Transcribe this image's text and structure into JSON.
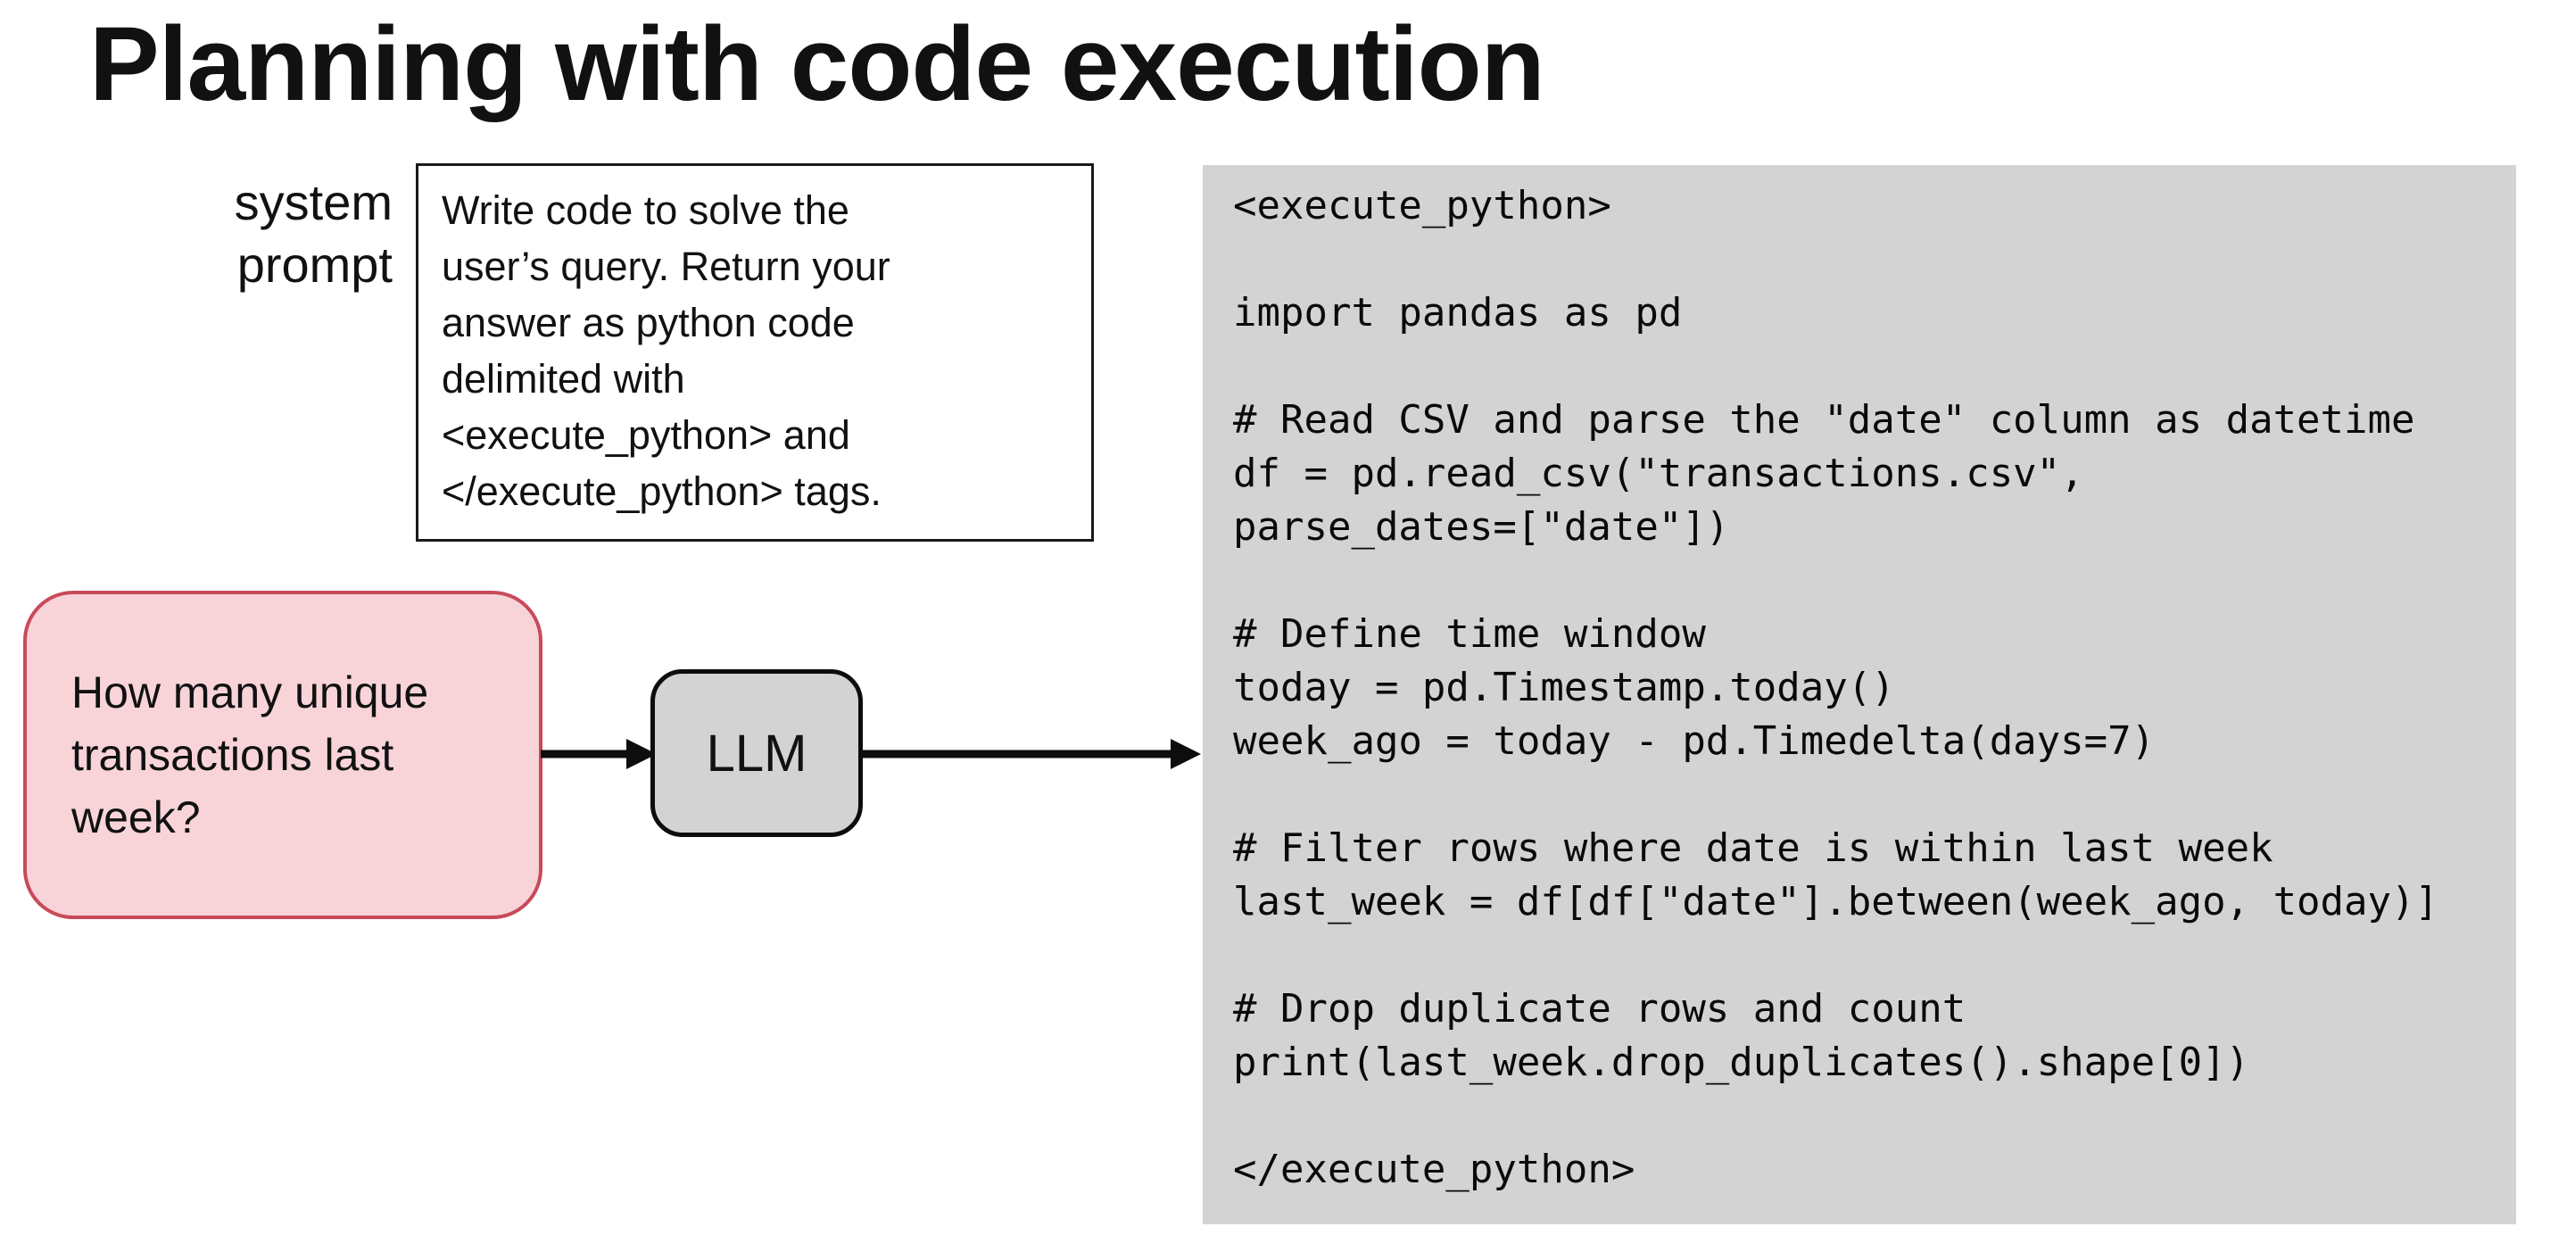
{
  "title": "Planning with code execution",
  "system_prompt": {
    "label": "system\nprompt",
    "text": "Write code to solve the\nuser’s query. Return your\nanswer as python code\ndelimited with\n<execute_python> and\n</execute_python> tags."
  },
  "user_query": {
    "text": "How many unique\ntransactions last\nweek?"
  },
  "llm": {
    "label": "LLM"
  },
  "code_output": {
    "code": "<execute_python>\n\nimport pandas as pd\n\n# Read CSV and parse the \"date\" column as datetime\ndf = pd.read_csv(\"transactions.csv\",\nparse_dates=[\"date\"])\n\n# Define time window\ntoday = pd.Timestamp.today()\nweek_ago = today - pd.Timedelta(days=7)\n\n# Filter rows where date is within last week\nlast_week = df[df[\"date\"].between(week_ago, today)]\n\n# Drop duplicate rows and count\nprint(last_week.drop_duplicates().shape[0])\n\n</execute_python>"
  },
  "colors": {
    "user_box_fill": "#f8d4d9",
    "user_box_border": "#c84a5a",
    "block_gray": "#d3d3d3",
    "ink": "#111111"
  }
}
